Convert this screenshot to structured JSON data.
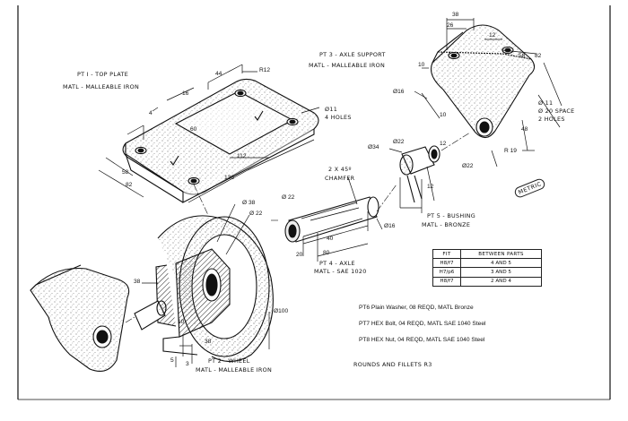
{
  "parts": {
    "pt1_title": "PT I - TOP PLATE",
    "pt1_matl": "MATL - MALLEABLE IRON",
    "pt3_title": "PT 3 - AXLE SUPPORT",
    "pt3_matl": "MATL - MALLEABLE IRON",
    "pt2_title": "PT 2 - WHEEL",
    "pt2_matl": "MATL - MALLEABLE IRON",
    "pt4_title": "PT 4 - AXLE",
    "pt4_matl": "MATL - SAE 1020",
    "pt5_title": "PT 5 - BUSHING",
    "pt5_matl": "MATL - BRONZE"
  },
  "dims": {
    "d44": "44",
    "r12a": "R12",
    "d16a": "16",
    "d4a": "4",
    "d60": "60",
    "d112": "112",
    "d58a": "58",
    "d82a": "82",
    "d136": "136",
    "dia11_holes": "Ø11",
    "four_holes": "4 HOLES",
    "d38a": "38",
    "d26": "26",
    "d12a": "12",
    "d58b": "58",
    "d82b": "82",
    "d10a": "10",
    "d10b": "10",
    "dia16a": "Ø16",
    "dia11b": "Ø 11",
    "dia20space": "Ø 20 SPACE",
    "two_holes": "2 HOLES",
    "d48": "48",
    "r19": "R 19",
    "dia22a": "Ø22",
    "dia34": "Ø34",
    "d12b": "12",
    "d12c": "12",
    "dia22b": "Ø22",
    "dia16b": "Ø16",
    "chamfer1": "2 X 45º",
    "chamfer2": "CHAMFER",
    "dia22c": "Ø 22",
    "d40": "40",
    "d20": "20",
    "d80": "80",
    "dia38": "Ø 38",
    "dia22d": "Ø 22",
    "dia100": "Ø100",
    "d38b": "38",
    "d10c": "10",
    "d5": "5",
    "d3": "3",
    "d38c": "38"
  },
  "fit_table": {
    "headers": [
      "FIT",
      "BETWEEN PARTS"
    ],
    "rows": [
      [
        "H8/f7",
        "4 AND 5"
      ],
      [
        "H7/p6",
        "3 AND 5"
      ],
      [
        "H8/f7",
        "2 AND 4"
      ]
    ]
  },
  "notes": {
    "pt6": "PT6 Plain Washer, 08 REQD, MATL Bronze",
    "pt7": "PT7 HEX Bolt, 04 REQD, MATL SAE 1040 Steel",
    "pt8": "PT8 HEX Nut, 04 REQD, MATL SAE 1040 Steel",
    "rounds": "ROUNDS AND FILLETS R3"
  },
  "metric_label": "METRIC"
}
